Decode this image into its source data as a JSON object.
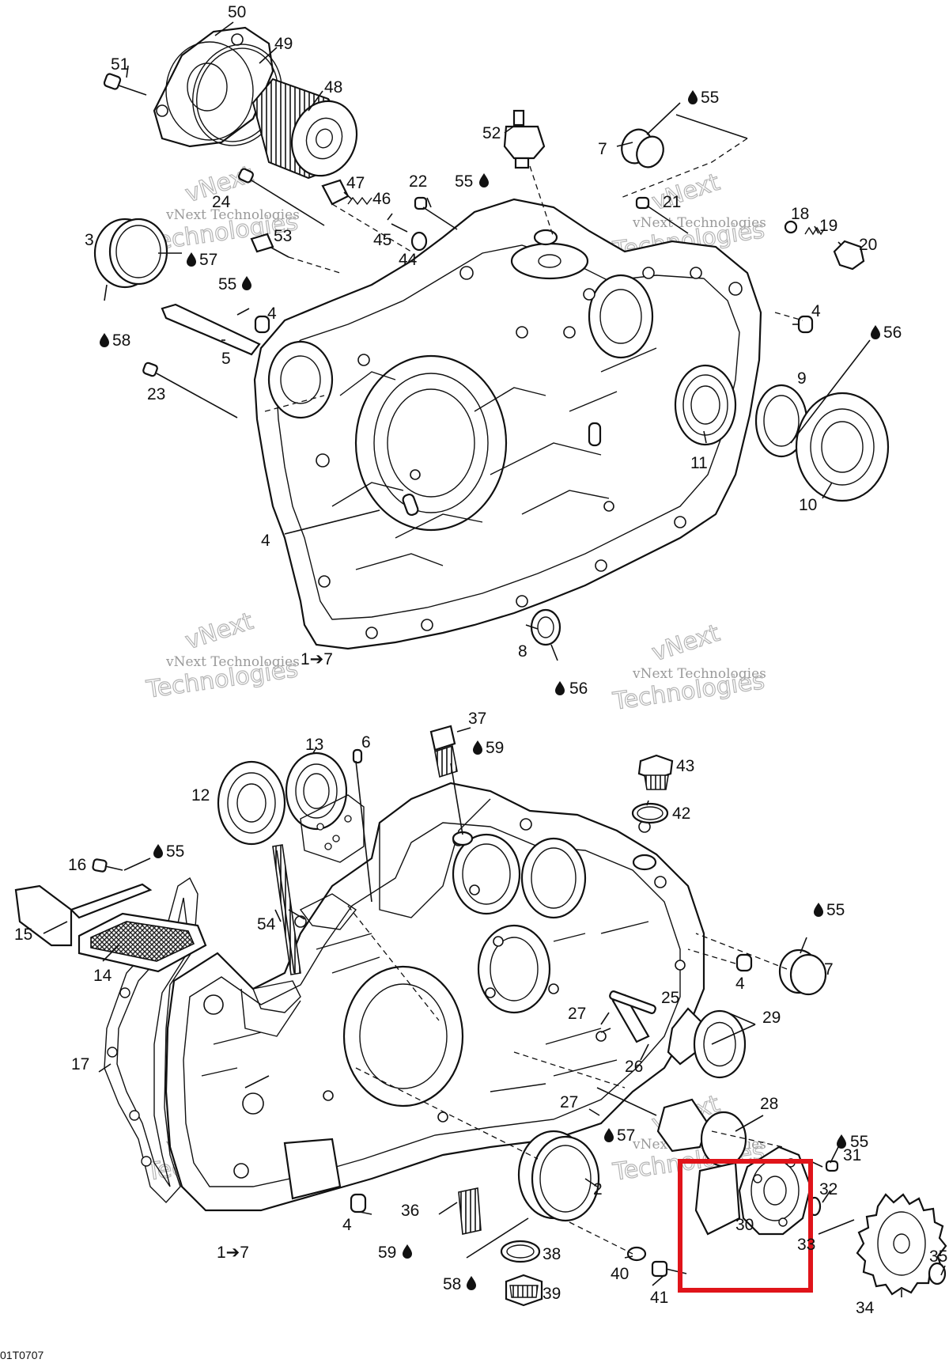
{
  "diagram": {
    "drawing_code": "01T0707",
    "grease_symbol": "drop-icon",
    "highlight_color": "#e0141a",
    "watermark": {
      "line1": "vNext Technologies",
      "line2": "Technologies",
      "arc": "vNext"
    },
    "callouts": {
      "c51": "51",
      "c50": "50",
      "c49": "49",
      "c48": "48",
      "c52": "52",
      "c55a": "55",
      "c7a": "7",
      "c55b": "55",
      "c47": "47",
      "c46": "46",
      "c22": "22",
      "c24": "24",
      "c21": "21",
      "c18": "18",
      "c19": "19",
      "c20": "20",
      "c3": "3",
      "c57a": "57",
      "c53": "53",
      "c55c": "55",
      "c45": "45",
      "c44": "44",
      "c4a": "4",
      "c4b": "4",
      "c5": "5",
      "c58a": "58",
      "c56a": "56",
      "c9": "9",
      "c23": "23",
      "c11": "11",
      "c10": "10",
      "c4c": "4",
      "c8": "8",
      "c56b": "56",
      "c1to7a": "1➔7",
      "c37": "37",
      "c59a": "59",
      "c13": "13",
      "c6": "6",
      "c43": "43",
      "c12": "12",
      "c42": "42",
      "c16": "16",
      "c55d": "55",
      "c15": "15",
      "c14": "14",
      "c54": "54",
      "c55e": "55",
      "c7b": "7",
      "c4d": "4",
      "c25": "25",
      "c27a": "27",
      "c29": "29",
      "c17": "17",
      "c26": "26",
      "c27b": "27",
      "c28": "28",
      "c55f": "55",
      "c57b": "57",
      "c31": "31",
      "c2": "2",
      "c32": "32",
      "c30": "30",
      "c36": "36",
      "c4e": "4",
      "c33": "33",
      "c1to7b": "1➔7",
      "c59b": "59",
      "c38": "38",
      "c35": "35",
      "c40": "40",
      "c58b": "58",
      "c39": "39",
      "c41": "41",
      "c34": "34"
    }
  }
}
